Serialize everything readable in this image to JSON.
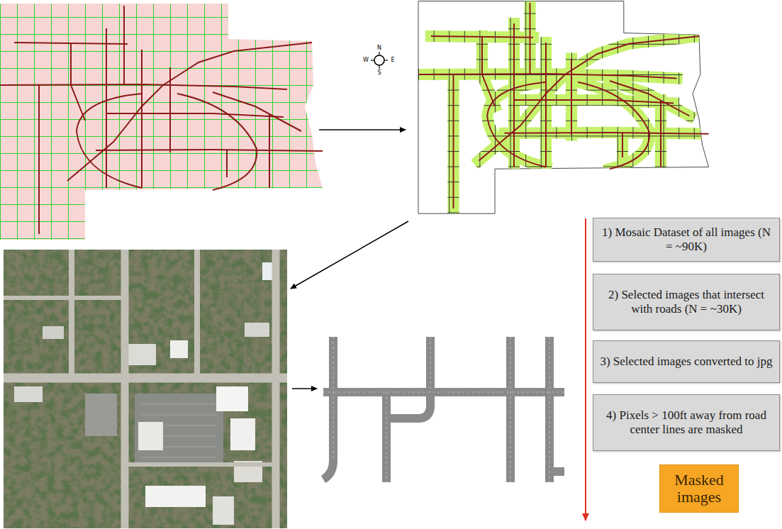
{
  "diagram": {
    "nodes": [
      {
        "text": [
          "1) Mosaic Dataset of all images (N = ~90K)"
        ]
      },
      {
        "text": [
          "2) Selected images that intersect with roads (N = ~30K)"
        ]
      },
      {
        "text": [
          "3) Selected images converted to jpg"
        ]
      },
      {
        "text": [
          "4) Pixels > 100ft away from road center lines are masked"
        ]
      },
      {
        "text": [
          "Masked images"
        ]
      }
    ],
    "labels": [
      "N",
      "W",
      "E",
      "S"
    ]
  }
}
